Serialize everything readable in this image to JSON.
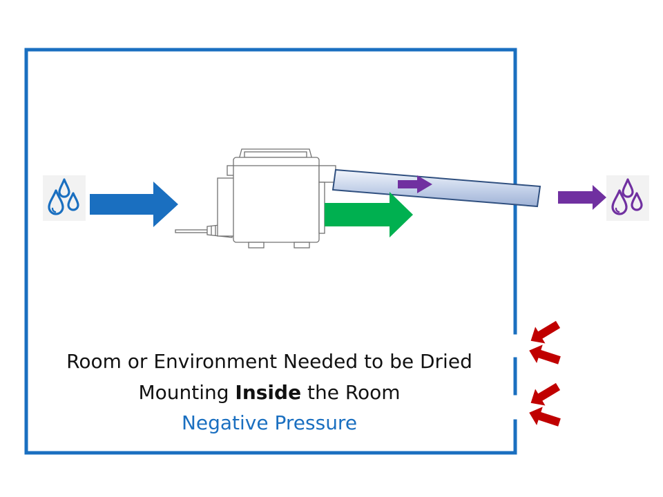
{
  "colors": {
    "room_border": "#1a6fc0",
    "intake_arrow": "#1a6fc0",
    "dry_air_arrow": "#00b050",
    "exhaust_arrow": "#7030a0",
    "infiltration_arrows": "#c00000",
    "pressure_text": "#1a6fc0",
    "duct_fill": "#b8c8e4",
    "duct_stroke": "#2f4f7f"
  },
  "icons": {
    "humid_air_in": "water-drops-icon",
    "moist_air_out": "water-drops-icon",
    "dehumidifier": "dehumidifier-unit-icon"
  },
  "caption": {
    "line1": "Room or Environment Needed to be Dried",
    "line2_prefix": "Mounting ",
    "line2_bold": "Inside",
    "line2_suffix": " the Room",
    "line3": "Negative Pressure"
  }
}
